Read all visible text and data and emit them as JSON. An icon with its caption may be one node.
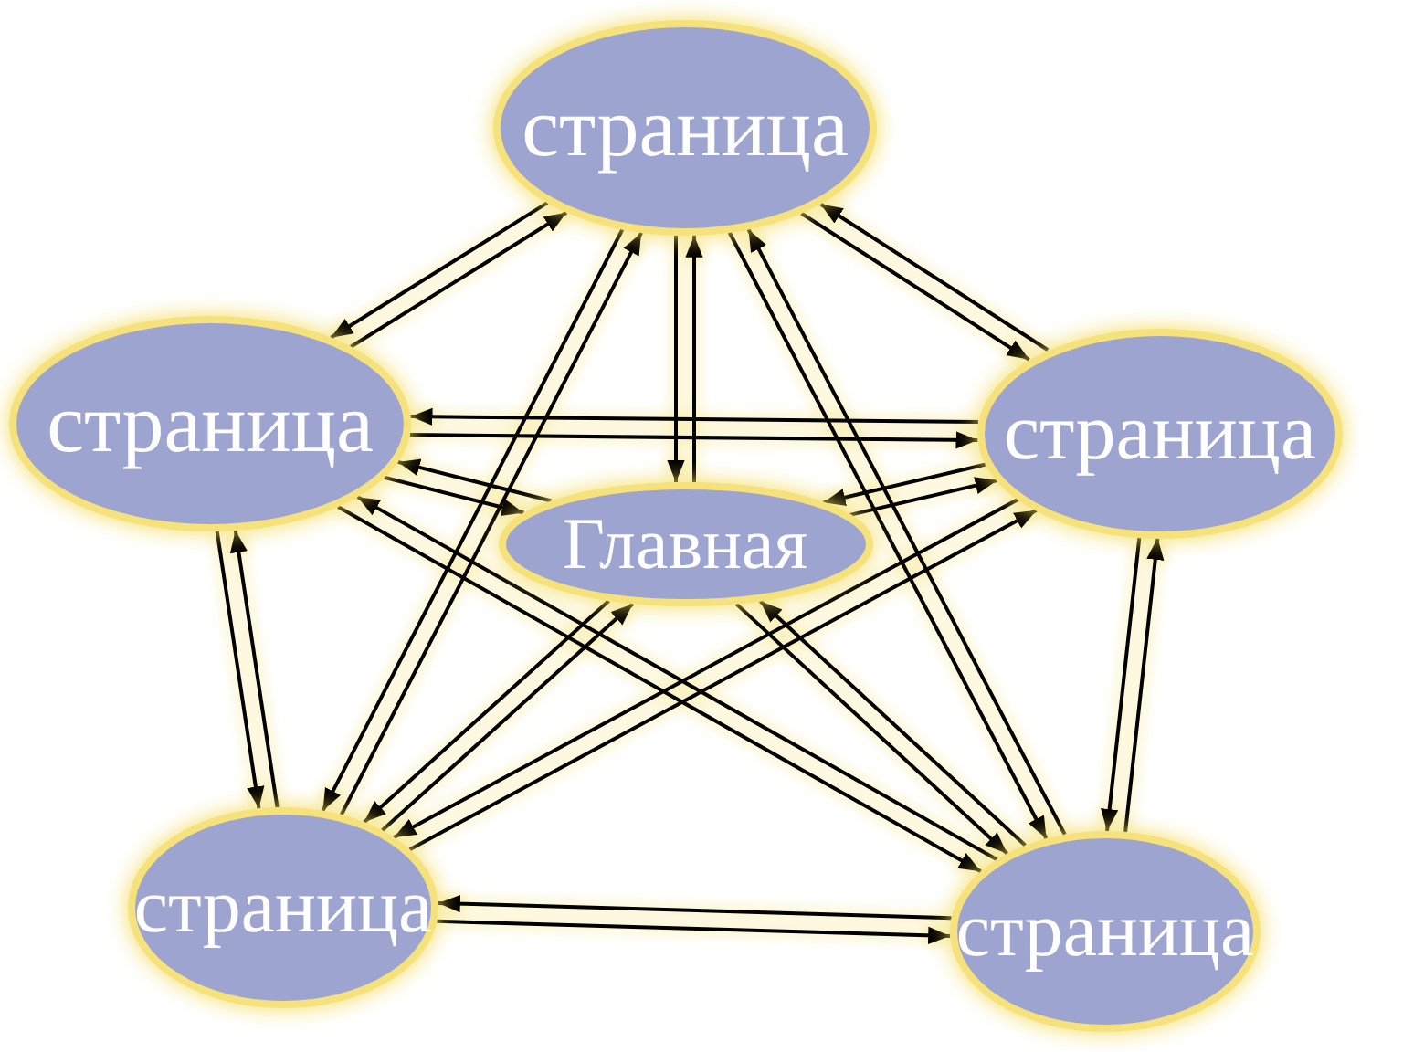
{
  "diagram": {
    "nodes": [
      {
        "text": [
          "страница"
        ]
      },
      {
        "text": [
          "страница"
        ]
      },
      {
        "text": [
          "страница"
        ]
      },
      {
        "text": [
          "Главная"
        ]
      },
      {
        "text": [
          "страница"
        ]
      },
      {
        "text": [
          "страница"
        ]
      }
    ],
    "edges": [
      {
        "from": 1,
        "to": 0,
        "arrow": "to"
      },
      {
        "from": 0,
        "to": 1,
        "arrow": "to"
      },
      {
        "from": 0,
        "to": 2,
        "arrow": "to"
      },
      {
        "from": 2,
        "to": 0,
        "arrow": "to"
      },
      {
        "from": 0,
        "to": 3,
        "arrow": "to"
      },
      {
        "from": 3,
        "to": 0,
        "arrow": "to"
      },
      {
        "from": 0,
        "to": 4,
        "arrow": "to"
      },
      {
        "from": 4,
        "to": 0,
        "arrow": "to"
      },
      {
        "from": 0,
        "to": 5,
        "arrow": "to"
      },
      {
        "from": 5,
        "to": 0,
        "arrow": "to"
      },
      {
        "from": 1,
        "to": 2,
        "arrow": "to"
      },
      {
        "from": 2,
        "to": 1,
        "arrow": "to"
      },
      {
        "from": 1,
        "to": 3,
        "arrow": "to"
      },
      {
        "from": 3,
        "to": 1,
        "arrow": "to"
      },
      {
        "from": 1,
        "to": 4,
        "arrow": "to"
      },
      {
        "from": 4,
        "to": 1,
        "arrow": "to"
      },
      {
        "from": 1,
        "to": 5,
        "arrow": "to"
      },
      {
        "from": 5,
        "to": 1,
        "arrow": "to"
      },
      {
        "from": 2,
        "to": 3,
        "arrow": "to"
      },
      {
        "from": 3,
        "to": 2,
        "arrow": "to"
      },
      {
        "from": 2,
        "to": 4,
        "arrow": "to"
      },
      {
        "from": 4,
        "to": 2,
        "arrow": "to"
      },
      {
        "from": 2,
        "to": 5,
        "arrow": "to"
      },
      {
        "from": 5,
        "to": 2,
        "arrow": "to"
      },
      {
        "from": 3,
        "to": 4,
        "arrow": "to"
      },
      {
        "from": 4,
        "to": 3,
        "arrow": "to"
      },
      {
        "from": 3,
        "to": 5,
        "arrow": "to"
      },
      {
        "from": 5,
        "to": 3,
        "arrow": "to"
      },
      {
        "from": 4,
        "to": 5,
        "arrow": "to"
      },
      {
        "from": 5,
        "to": 4,
        "arrow": "to"
      }
    ]
  }
}
